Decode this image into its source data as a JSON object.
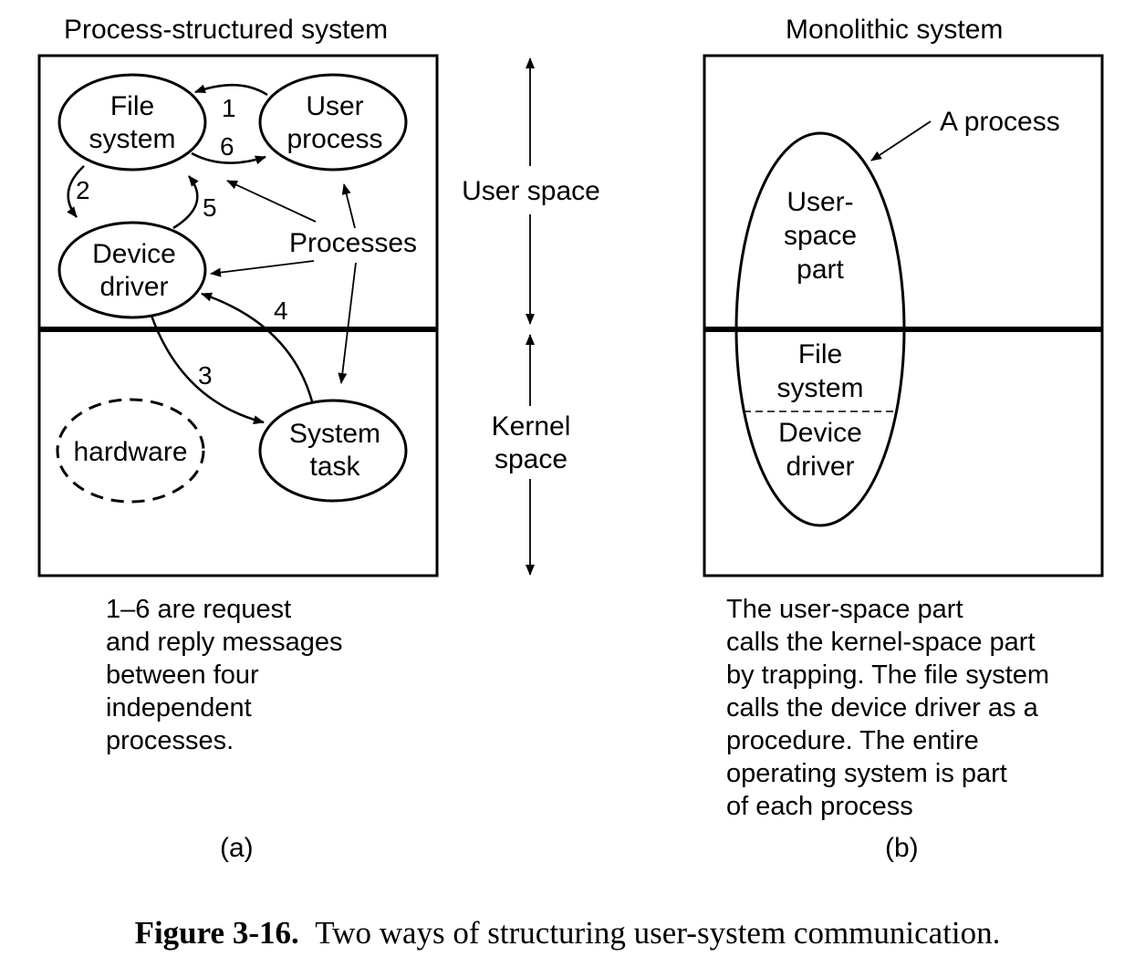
{
  "panel_a": {
    "title": "Process-structured system",
    "nodes": {
      "file_system": [
        "File",
        "system"
      ],
      "user_process": [
        "User",
        "process"
      ],
      "device_driver": [
        "Device",
        "driver"
      ],
      "system_task": [
        "System",
        "task"
      ],
      "hardware": "hardware"
    },
    "processes_label": "Processes",
    "message_numbers": [
      "1",
      "2",
      "3",
      "4",
      "5",
      "6"
    ],
    "caption_lines": [
      "1–6 are request",
      "and reply messages",
      "between four",
      "independent",
      "processes."
    ],
    "sublabel": "(a)"
  },
  "middle": {
    "user_space_label": "User space",
    "kernel_space_label": [
      "Kernel",
      "space"
    ]
  },
  "panel_b": {
    "title": "Monolithic system",
    "a_process_label": "A process",
    "user_space_part": [
      "User-",
      "space",
      "part"
    ],
    "file_system": [
      "File",
      "system"
    ],
    "device_driver": [
      "Device",
      "driver"
    ],
    "caption_lines": [
      "The user-space part",
      "calls the kernel-space part",
      "by trapping. The file system",
      "calls the device driver as a",
      "procedure. The entire",
      "operating system is part",
      "of each process"
    ],
    "sublabel": "(b)"
  },
  "figure_caption": {
    "label": "Figure 3-16.",
    "text": "Two ways of structuring user-system communication."
  }
}
